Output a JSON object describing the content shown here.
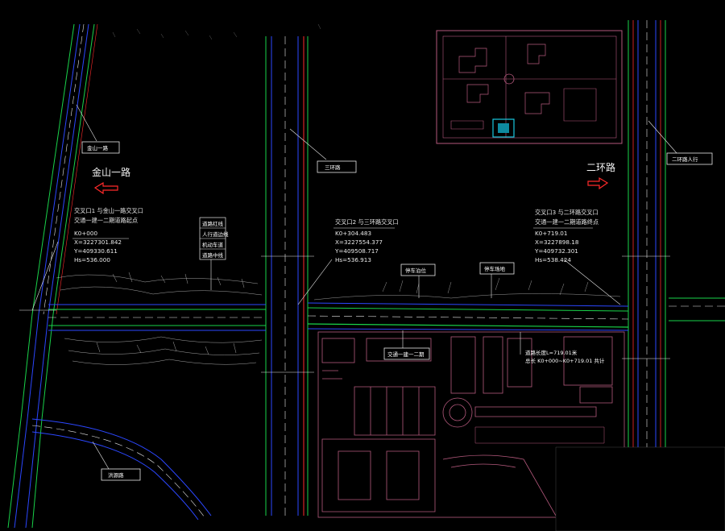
{
  "roads": {
    "jinshan": "金山一路",
    "erhuan": "二环路",
    "san_box": "三环路",
    "jinshan_box": "金山一路",
    "erhuan_box": "二环路人行",
    "bottom_box": "洪源路"
  },
  "points": {
    "jd1": {
      "title": "交叉口1  与金山一路交叉口",
      "subtitle": "交通一建一二期道路起点",
      "k": "K0+000",
      "x": "X=3227301.842",
      "y": "Y=409330.611",
      "h": "Hs=536.000"
    },
    "jd2": {
      "title": "交叉口2   与三环路交叉口",
      "k": "K0+304.483",
      "x": "X=3227554.377",
      "y": "Y=409508.717",
      "h": "Hs=536.913"
    },
    "jd3": {
      "title": "交叉口3   与二环路交叉口",
      "subtitle": "交通一建一二期道路终点",
      "k": "K0+719.01",
      "x": "X=3227898.18",
      "y": "Y=409732.301",
      "h": "Hs=538.424"
    }
  },
  "legend_items": [
    "道路红线",
    "人行道边线",
    "机动车道",
    "道路中线"
  ],
  "tags": {
    "tag1": "停车泊位",
    "tag2": "停车场地",
    "tag3": "交通一建一二期",
    "tag4": "道路长度L=719.01米",
    "tag5": "总长 K0+000~K0+719.01 共计"
  },
  "colors": {
    "background": "#000000",
    "green": "#19d34a",
    "blue": "#2b47ff",
    "red": "#ff2a2a",
    "magenta": "#b5597d",
    "white": "#e8e8e8",
    "cyan": "#17c9e0"
  }
}
